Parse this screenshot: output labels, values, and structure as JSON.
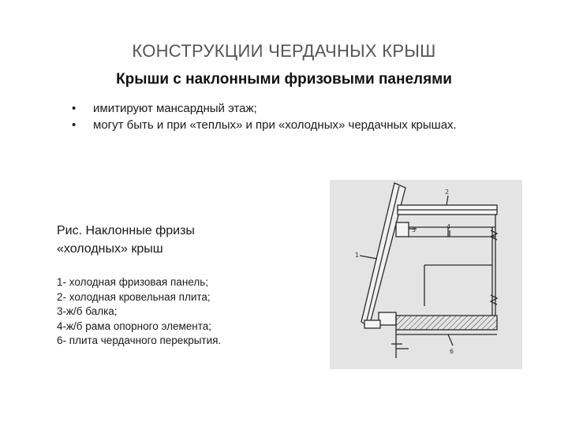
{
  "slide": {
    "title": "КОНСТРУКЦИИ ЧЕРДАЧНЫХ КРЫШ",
    "subtitle": "Крыши с наклонными фризовыми панелями",
    "bullets": [
      "имитируют мансардный этаж;",
      "могут быть и при «теплых» и при «холодных» чердачных крышах."
    ],
    "caption_line1": "Рис. Наклонные фризы",
    "caption_line2": "«холодных» крыш",
    "legend": [
      "1- холодная фризовая панель;",
      "2- холодная кровельная плита;",
      "3-ж/б балка;",
      "4-ж/б рама опорного элемента;",
      "6- плита чердачного перекрытия."
    ],
    "drawing_labels": {
      "n1": "1",
      "n2": "2",
      "n3": "3",
      "n4": "4",
      "n6": "6"
    }
  }
}
